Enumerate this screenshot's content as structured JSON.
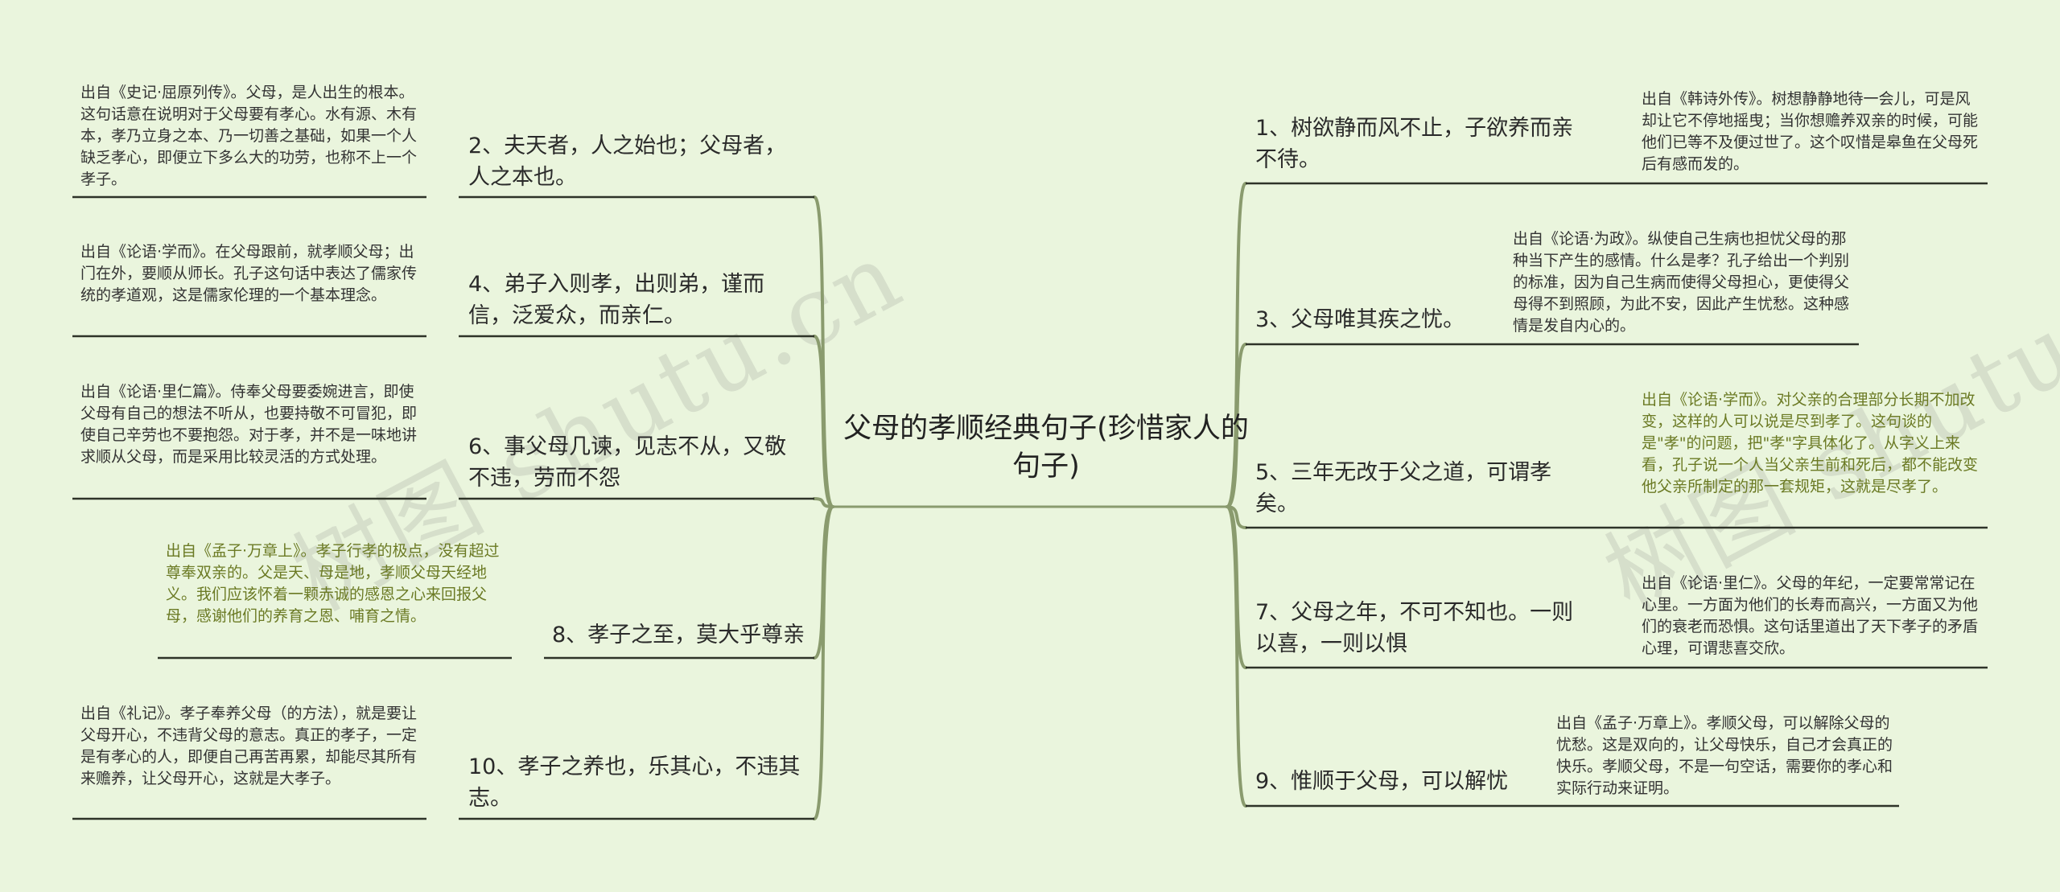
{
  "root": {
    "label": "父母的孝顺经典句子(珍惜家人的句子)"
  },
  "watermarks": [
    "树图 shutu.cn",
    "树图 shutu.cn"
  ],
  "branches": [
    {
      "id": "b1",
      "label": "1、树欲静而风不止，子欲养而亲不待。",
      "note": "出自《韩诗外传》。树想静静地待一会儿，可是风却让它不停地摇曳；当你想赡养双亲的时候，可能他们已等不及便过世了。这个叹惜是皋鱼在父母死后有感而发的。"
    },
    {
      "id": "b2",
      "label": "2、夫天者，人之始也；父母者，人之本也。",
      "note": "出自《史记·屈原列传》。父母，是人出生的根本。这句话意在说明对于父母要有孝心。水有源、木有本，孝乃立身之本、乃一切善之基础，如果一个人缺乏孝心，即便立下多么大的功劳，也称不上一个孝子。"
    },
    {
      "id": "b3",
      "label": "3、父母唯其疾之忧。",
      "note": "出自《论语·为政》。纵使自己生病也担忧父母的那种当下产生的感情。什么是孝？孔子给出一个判别的标准，因为自己生病而使得父母担心，更使得父母得不到照顾，为此不安，因此产生忧愁。这种感情是发自内心的。"
    },
    {
      "id": "b4",
      "label": "4、弟子入则孝，出则弟，谨而信，泛爱众，而亲仁。",
      "note": "出自《论语·学而》。在父母跟前，就孝顺父母；出门在外，要顺从师长。孔子这句话中表达了儒家传统的孝道观，这是儒家伦理的一个基本理念。"
    },
    {
      "id": "b5",
      "label": "5、三年无改于父之道，可谓孝矣。",
      "note": "出自《论语·学而》。对父亲的合理部分长期不加改变，这样的人可以说是尽到孝了。这句谈的是\"孝\"的问题，把\"孝\"字具体化了。从字义上来看，孔子说一个人当父亲生前和死后，都不能改变他父亲所制定的那一套规矩，这就是尽孝了。"
    },
    {
      "id": "b6",
      "label": "6、事父母几谏，见志不从，又敬不违，劳而不怨",
      "note": "出自《论语·里仁篇》。侍奉父母要委婉进言，即使父母有自己的想法不听从，也要持敬不可冒犯，即使自己辛劳也不要抱怨。对于孝，并不是一味地讲求顺从父母，而是采用比较灵活的方式处理。"
    },
    {
      "id": "b7",
      "label": "7、父母之年，不可不知也。一则以喜，一则以惧",
      "note": "出自《论语·里仁》。父母的年纪，一定要常常记在心里。一方面为他们的长寿而高兴，一方面又为他们的衰老而恐惧。这句话里道出了天下孝子的矛盾心理，可谓悲喜交欣。"
    },
    {
      "id": "b8",
      "label": "8、孝子之至，莫大乎尊亲",
      "note": "出自《孟子·万章上》。孝子行孝的极点，没有超过尊奉双亲的。父是天、母是地，孝顺父母天经地义。我们应该怀着一颗赤诚的感恩之心来回报父母，感谢他们的养育之恩、哺育之情。"
    },
    {
      "id": "b9",
      "label": "9、惟顺于父母，可以解忧",
      "note": "出自《孟子·万章上》。孝顺父母，可以解除父母的忧愁。这是双向的，让父母快乐，自己才会真正的快乐。孝顺父母，不是一句空话，需要你的孝心和实际行动来证明。"
    },
    {
      "id": "b10",
      "label": "10、孝子之养也，乐其心，不违其志。",
      "note": "出自《礼记》。孝子奉养父母（的方法），就是要让父母开心，不违背父母的意志。真正的孝子，一定是有孝心的人，即便自己再苦再累，却能尽其所有来赡养，让父母开心，这就是大孝子。"
    }
  ],
  "colors": {
    "background": "#eaf5dd",
    "connector": "#8a9b6e",
    "underline": "#2e3328",
    "note_olive": "#6b7a24"
  }
}
